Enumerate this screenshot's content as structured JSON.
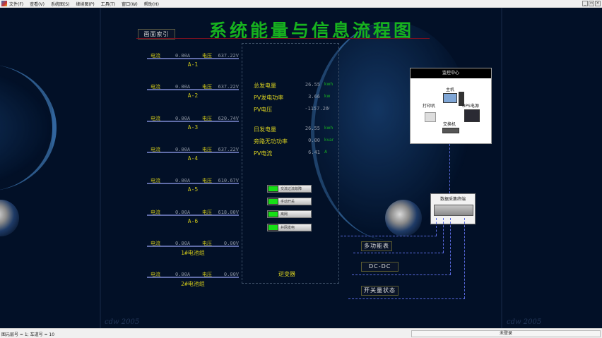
{
  "menubar": {
    "items": [
      "文件(F)",
      "查看(V)",
      "系统图(S)",
      "继续图(P)",
      "工具(T)",
      "窗口(W)",
      "帮助(H)"
    ],
    "window_buttons": [
      "_",
      "▫",
      "×"
    ]
  },
  "header": {
    "index_button": "画面索引",
    "title": "系统能量与信息流程图"
  },
  "feeders": [
    {
      "current_label": "电流",
      "current": "0.00A",
      "voltage_label": "电压",
      "voltage": "637.22V",
      "name": "A-1"
    },
    {
      "current_label": "电流",
      "current": "0.00A",
      "voltage_label": "电压",
      "voltage": "637.22V",
      "name": "A-2"
    },
    {
      "current_label": "电流",
      "current": "0.00A",
      "voltage_label": "电压",
      "voltage": "620.74V",
      "name": "A-3"
    },
    {
      "current_label": "电流",
      "current": "0.00A",
      "voltage_label": "电压",
      "voltage": "637.22V",
      "name": "A-4"
    },
    {
      "current_label": "电流",
      "current": "0.00A",
      "voltage_label": "电压",
      "voltage": "610.67V",
      "name": "A-5"
    },
    {
      "current_label": "电流",
      "current": "0.00A",
      "voltage_label": "电压",
      "voltage": "618.00V",
      "name": "A-6"
    },
    {
      "current_label": "电流",
      "current": "0.00A",
      "voltage_label": "电压",
      "voltage": "0.00V",
      "name": "1#电池组"
    },
    {
      "current_label": "电流",
      "current": "0.00A",
      "voltage_label": "电压",
      "voltage": "0.00V",
      "name": "2#电池组"
    }
  ],
  "inverter": {
    "name": "逆变器",
    "metrics": [
      {
        "label": "总发电量",
        "value": "26.55",
        "unit": "kwh"
      },
      {
        "label": "PV发电功率",
        "value": "3.66",
        "unit": "kw"
      },
      {
        "label": "PV电压",
        "value": "-1157.26",
        "unit": "v"
      },
      {
        "label": "日发电量",
        "value": "26.55",
        "unit": "kwh"
      },
      {
        "label": "旁路无功功率",
        "value": "0.00",
        "unit": "kvar"
      },
      {
        "label": "PV电流",
        "value": "6.41",
        "unit": "A"
      }
    ],
    "indicators": [
      {
        "label": "交流过流故障",
        "color": "#16e016"
      },
      {
        "label": "手动开关",
        "color": "#16e016"
      },
      {
        "label": "离网",
        "color": "#16e016"
      },
      {
        "label": "并网发电",
        "color": "#16e016"
      }
    ]
  },
  "monitor_center": {
    "title": "监控中心",
    "devices": [
      "主机",
      "打印机",
      "UPS电源",
      "交换机"
    ]
  },
  "collector": {
    "title": "数据采集终端"
  },
  "tags": [
    "多功能表",
    "DC-DC",
    "开关量状态"
  ],
  "watermark": "cdw 2005",
  "statusbar": {
    "left": "图元层号 = 1; 车道号 = 10",
    "right": "未登录"
  },
  "colors": {
    "background": "#021027",
    "title_green": "#17b21f",
    "label_yellow": "#c9c21a",
    "value_gray": "#8d95a3",
    "bus_line": "#5f6ca8",
    "comm_line": "#5a6ae0"
  }
}
